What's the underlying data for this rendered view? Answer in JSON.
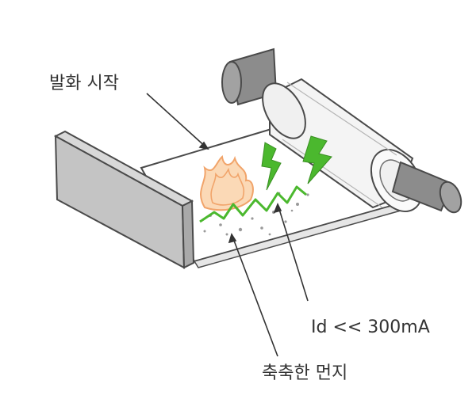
{
  "labels": {
    "ignition_start": "발화 시작",
    "current": "Id << 300mA",
    "damp_dust": "축축한 먼지"
  },
  "colors": {
    "outline": "#4a4a4a",
    "roller": "#8c8c8c",
    "roller_dark": "#6f6f6f",
    "wall": "#c4c4c4",
    "wall_dark": "#a9a9a9",
    "sheet": "#ffffff",
    "spark_green": "#4bb82e",
    "flame_orange": "#f1a46a",
    "flame_light": "#fbd9b6",
    "text": "#333333"
  },
  "icons": {
    "flame": "flame-icon",
    "lightning": "lightning-bolt-icon",
    "spark_path": "spark-path"
  }
}
